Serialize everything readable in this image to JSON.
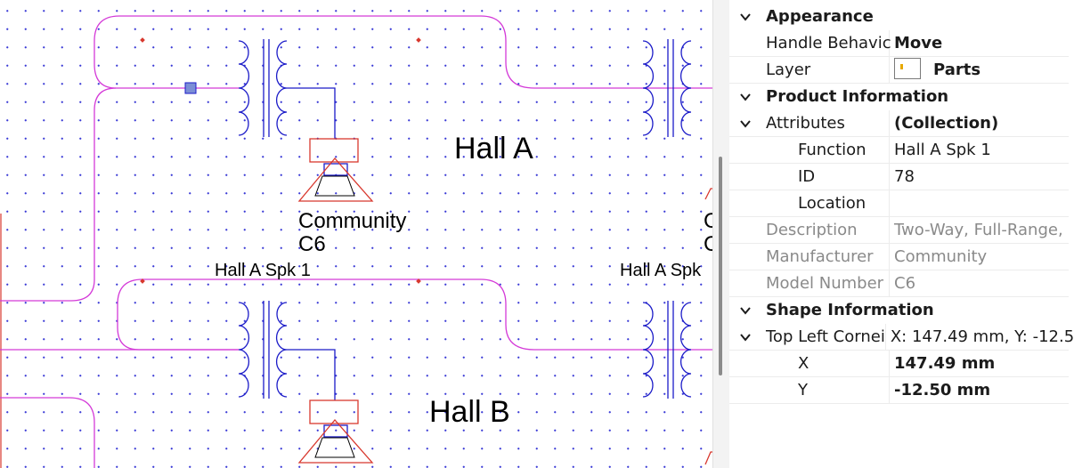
{
  "canvas": {
    "room_labels": [
      "Hall A",
      "Hall B"
    ],
    "speakers": [
      {
        "manufacturer": "Community",
        "model": "C6",
        "function": "Hall A Spk 1"
      },
      {
        "manufacturer": "C",
        "model": "C",
        "function": "Hall A Spk"
      }
    ]
  },
  "properties": {
    "appearance": {
      "label": "Appearance",
      "handle_behavior_name": "Handle Behavic",
      "handle_behavior_value": "Move",
      "layer_name": "Layer",
      "layer_value": "Parts"
    },
    "product_information": {
      "label": "Product Information",
      "attributes_name": "Attributes",
      "attributes_value": "(Collection)",
      "function_name": "Function",
      "function_value": "Hall A Spk 1",
      "id_name": "ID",
      "id_value": "78",
      "location_name": "Location",
      "location_value": "",
      "description_name": "Description",
      "description_value": "Two-Way, Full-Range,",
      "manufacturer_name": "Manufacturer",
      "manufacturer_value": "Community",
      "model_number_name": "Model Number",
      "model_number_value": "C6"
    },
    "shape_information": {
      "label": "Shape Information",
      "top_left_corner_name": "Top Left Cornei",
      "top_left_corner_value": "X: 147.49 mm, Y: -12.5",
      "x_name": "X",
      "x_value": "147.49 mm",
      "y_name": "Y",
      "y_value": "-12.50 mm"
    }
  },
  "colors": {
    "wire": "#d43ad8",
    "schematic": "#1b1bc8",
    "speaker_outline": "#d8382e",
    "selection_handle": "#7b8ed6"
  }
}
